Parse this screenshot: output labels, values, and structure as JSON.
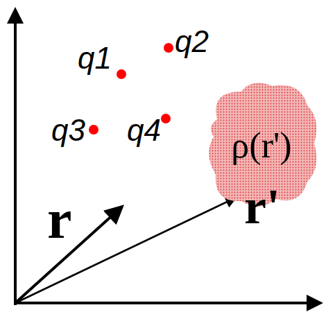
{
  "diagram": {
    "nodes": [
      {
        "text": [
          "ρ(r')"
        ]
      }
    ],
    "labels": [
      "q1",
      "q2",
      "q3",
      "q4",
      "r",
      "r'"
    ]
  }
}
